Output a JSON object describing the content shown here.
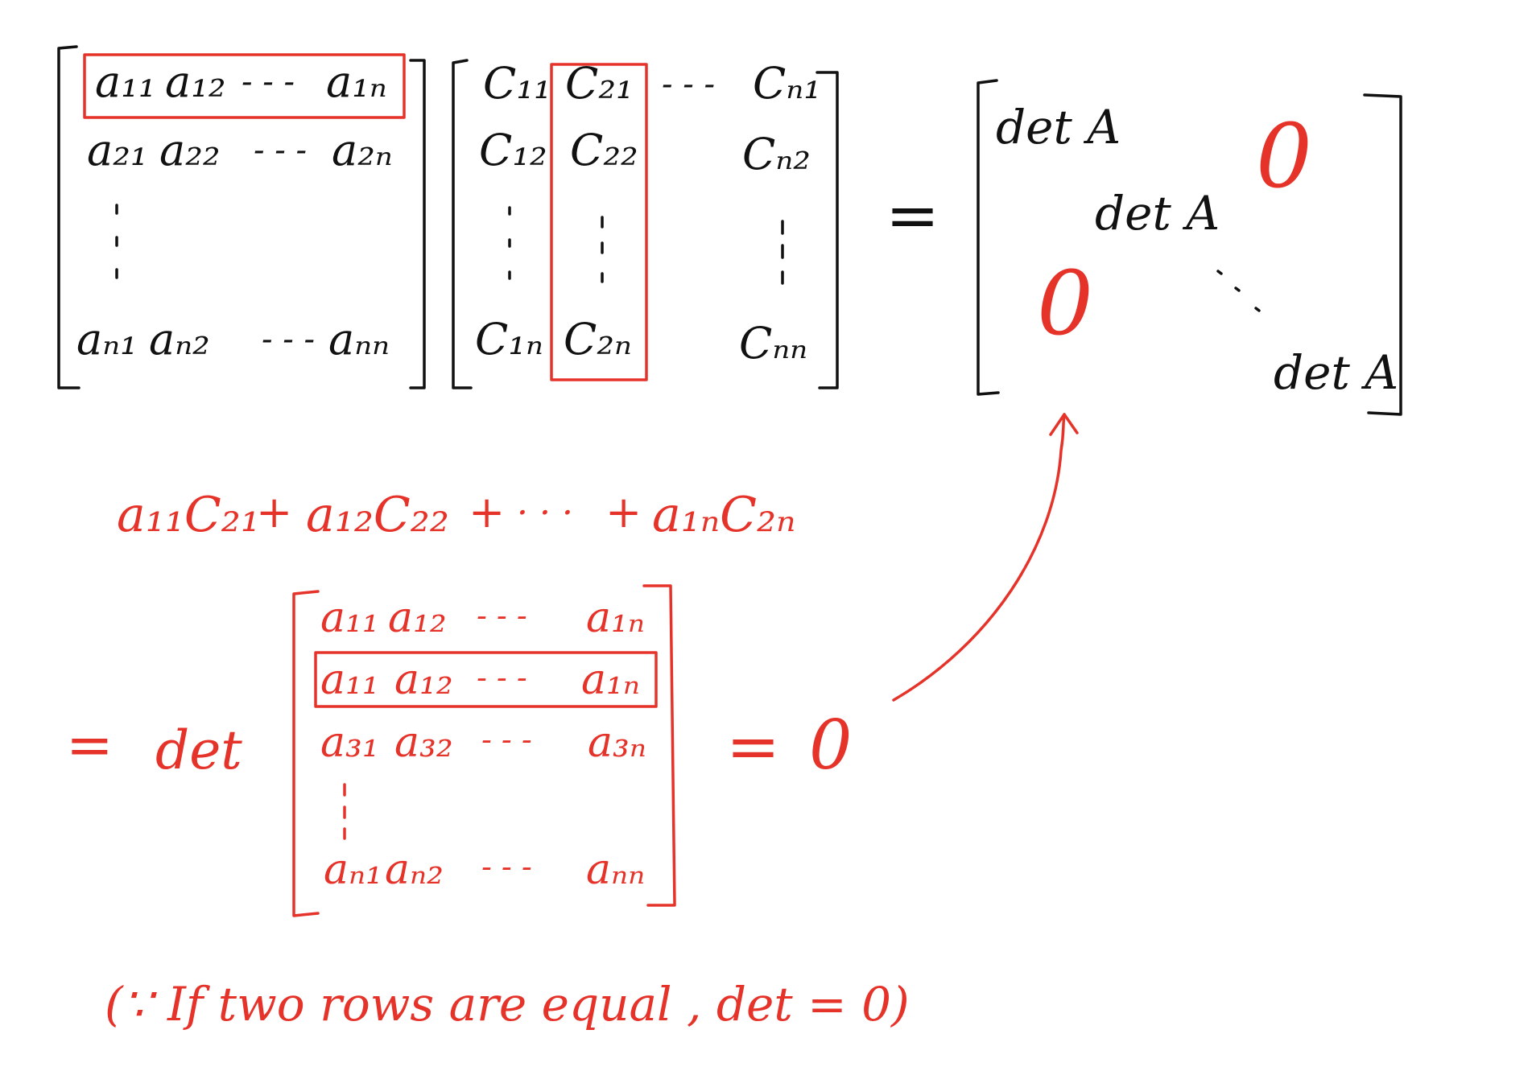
{
  "top": {
    "matrix_a": {
      "rows": [
        [
          "a₁₁",
          "a₁₂",
          "- - -",
          "a₁ₙ"
        ],
        [
          "a₂₁",
          "a₂₂",
          "- - -",
          "a₂ₙ"
        ],
        [
          "aₙ₁",
          "aₙ₂",
          "- - -",
          "aₙₙ"
        ]
      ]
    },
    "matrix_c": {
      "rows": [
        [
          "C₁₁",
          "C₂₁",
          "- - -",
          "Cₙ₁"
        ],
        [
          "C₁₂",
          "C₂₂",
          "",
          "Cₙ₂"
        ],
        [
          "C₁ₙ",
          "C₂ₙ",
          "",
          "Cₙₙ"
        ]
      ]
    },
    "equals": "=",
    "result": {
      "diag": [
        "det A",
        "det A",
        "det A"
      ],
      "zero_upper": "0",
      "zero_lower": "0"
    }
  },
  "expansion": {
    "terms": [
      "a₁₁C₂₁",
      "+",
      "a₁₂C₂₂",
      "+",
      "· · ·",
      "+",
      "a₁ₙC₂ₙ"
    ]
  },
  "det_line": {
    "equals": "=",
    "det": "det",
    "matrix": {
      "rows": [
        [
          "a₁₁",
          "a₁₂",
          "- - -",
          "a₁ₙ"
        ],
        [
          "a₁₁",
          "a₁₂",
          "- - -",
          "a₁ₙ"
        ],
        [
          "a₃₁",
          "a₃₂",
          "- - -",
          "a₃ₙ"
        ],
        [
          "aₙ₁",
          "aₙ₂",
          "- - -",
          "aₙₙ"
        ]
      ]
    },
    "result_equals": "=",
    "result": "0"
  },
  "note": {
    "text": "(∵ If two rows are equal , det = 0)"
  },
  "colors": {
    "ink": "#111111",
    "annotation": "#e6332a",
    "background": "#ffffff"
  }
}
